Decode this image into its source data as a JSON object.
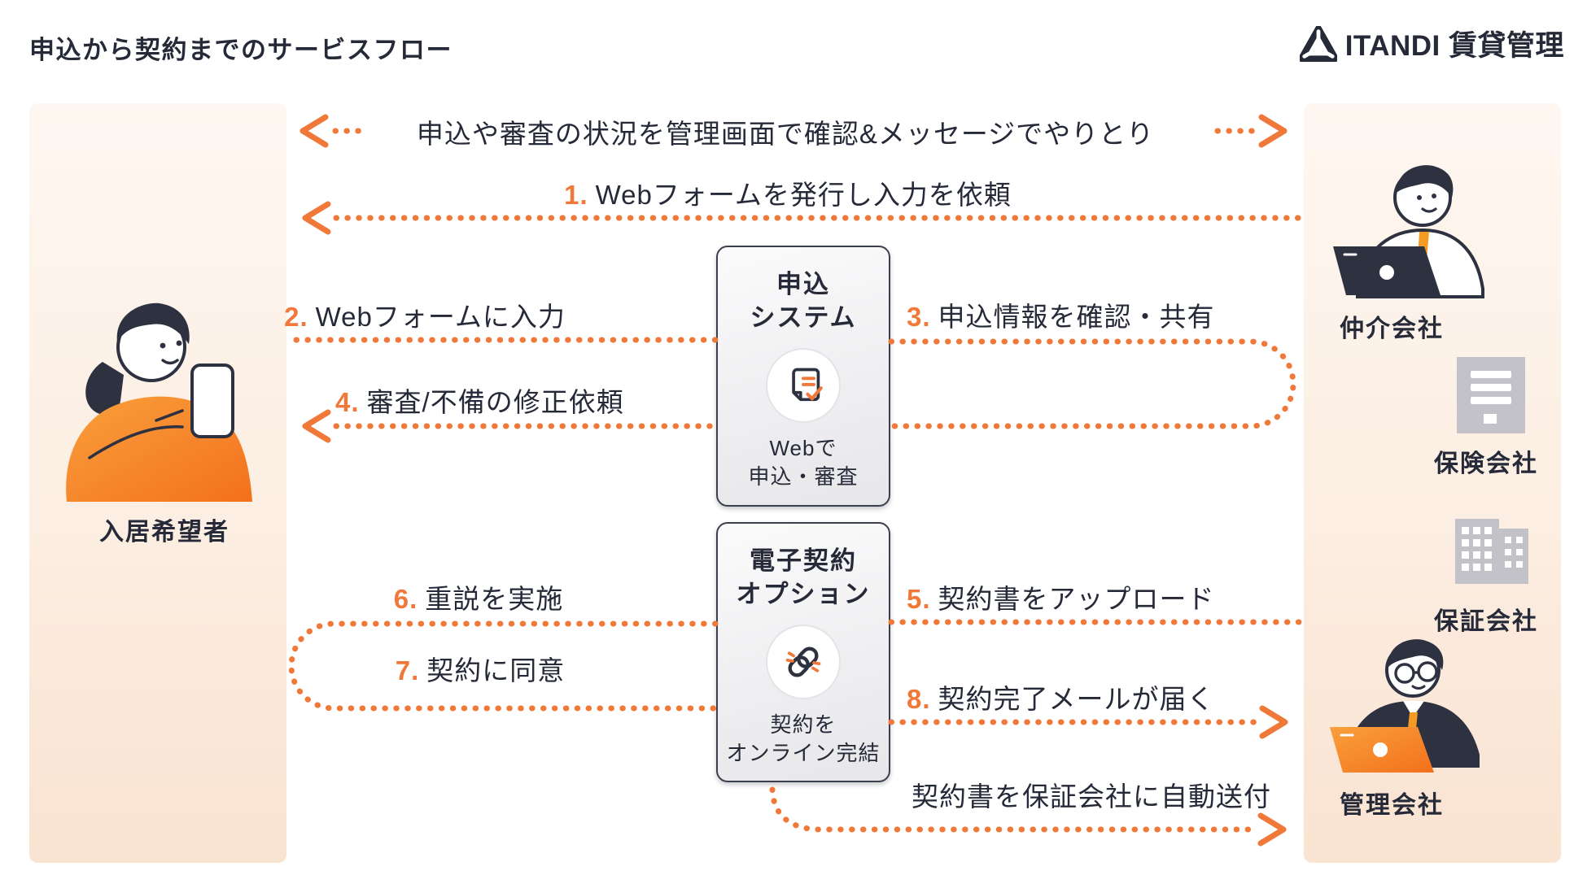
{
  "page": {
    "title": "申込から契約までのサービスフロー",
    "brand": {
      "name": "ITANDI 賃貸管理",
      "logo_icon": "itandi-triangle-logo"
    }
  },
  "actors": {
    "tenant": {
      "label": "入居希望者",
      "icon": "woman-with-phone"
    },
    "companies": [
      {
        "label": "仲介会社",
        "icon": "man-at-laptop"
      },
      {
        "label": "保険会社",
        "icon": "office-building"
      },
      {
        "label": "保証会社",
        "icon": "office-buildings"
      },
      {
        "label": "管理会社",
        "icon": "man-in-suit-at-laptop"
      }
    ]
  },
  "systems": [
    {
      "title": "申込\nシステム",
      "caption": "Webで\n申込・審査",
      "icon": "application-document-check"
    },
    {
      "title": "電子契約\nオプション",
      "caption": "契約を\nオンライン完結",
      "icon": "chain-link"
    }
  ],
  "flows": {
    "top_label": "申込や審査の状況を管理画面で確認&メッセージでやりとり",
    "steps": [
      {
        "num": "1.",
        "label": "Webフォームを発行し入力を依頼"
      },
      {
        "num": "2.",
        "label": "Webフォームに入力"
      },
      {
        "num": "3.",
        "label": "申込情報を確認・共有"
      },
      {
        "num": "4.",
        "label": "審査/不備の修正依頼"
      },
      {
        "num": "5.",
        "label": "契約書をアップロード"
      },
      {
        "num": "6.",
        "label": "重説を実施"
      },
      {
        "num": "7.",
        "label": "契約に同意"
      },
      {
        "num": "8.",
        "label": "契約完了メールが届く"
      }
    ],
    "bottom_label": "契約書を保証会社に自動送付"
  },
  "colors": {
    "accent": "#F0793A",
    "ink": "#262A38",
    "panel_top": "#FEF7F1",
    "panel_bottom": "#F9E3D1",
    "box_border": "#3C3F4E",
    "building_gray": "#C3C2C8",
    "illustration_orange": "#F6921E"
  }
}
